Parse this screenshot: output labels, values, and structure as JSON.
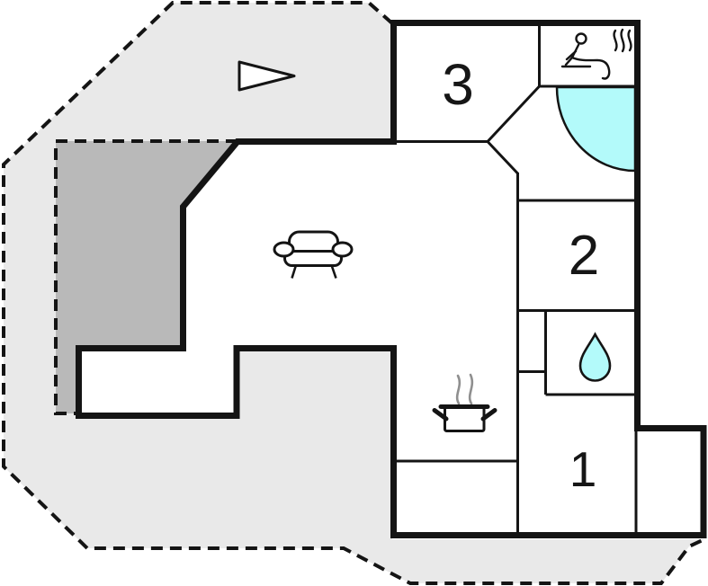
{
  "plan": {
    "type": "floor-plan",
    "rooms": [
      {
        "name": "bedroom-3",
        "label": "3"
      },
      {
        "name": "bedroom-2",
        "label": "2"
      },
      {
        "name": "bedroom-1",
        "label": "1"
      }
    ],
    "icons": [
      {
        "name": "north-arrow-icon",
        "meaning": "direction arrow on terrace"
      },
      {
        "name": "sauna-icon",
        "meaning": "sauna (person with steam)"
      },
      {
        "name": "corner-bathtub-icon",
        "meaning": "corner bathtub"
      },
      {
        "name": "water-drop-icon",
        "meaning": "shower"
      },
      {
        "name": "cooking-pot-icon",
        "meaning": "kitchen / stove"
      },
      {
        "name": "sofa-icon",
        "meaning": "living room sofa"
      }
    ],
    "colors": {
      "wall": "#141414",
      "water": "#b3fafa",
      "terrace_light": "#e9e9e9",
      "terrace_dark": "#b9b9b9",
      "background": "#ffffff",
      "steam_gray": "#8f8f8f"
    }
  }
}
